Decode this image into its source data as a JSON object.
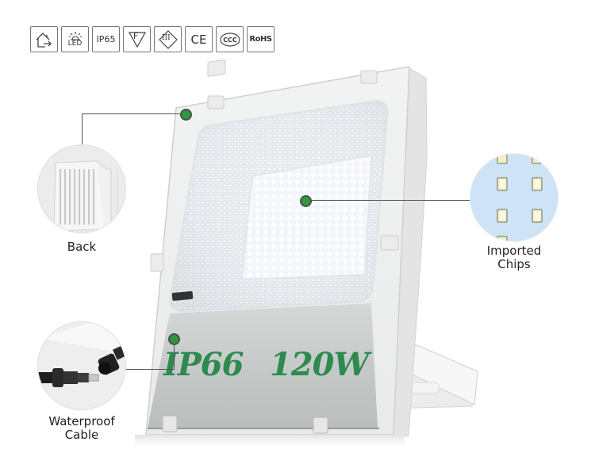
{
  "certifications": [
    {
      "name": "indoor-outdoor",
      "label": ""
    },
    {
      "name": "led",
      "label": "LED"
    },
    {
      "name": "ip65",
      "label": "IP65"
    },
    {
      "name": "f-mark",
      "label": "F"
    },
    {
      "name": "class-iii",
      "label": "III"
    },
    {
      "name": "ce",
      "label": "CE"
    },
    {
      "name": "ccc",
      "label": "CCC"
    },
    {
      "name": "rohs",
      "label": "RoHS"
    }
  ],
  "callouts": {
    "back": {
      "label": "Back"
    },
    "chips": {
      "line1": "Imported",
      "line2": "Chips"
    },
    "cable": {
      "line1": "Waterproof",
      "line2": "Cable"
    }
  },
  "product": {
    "ip_rating": "IP66",
    "wattage": "120W"
  },
  "colors": {
    "accent_green": "#2e8a4f",
    "dot_green": "#2b9a3e",
    "chip_bg": "#cfe3f6"
  }
}
